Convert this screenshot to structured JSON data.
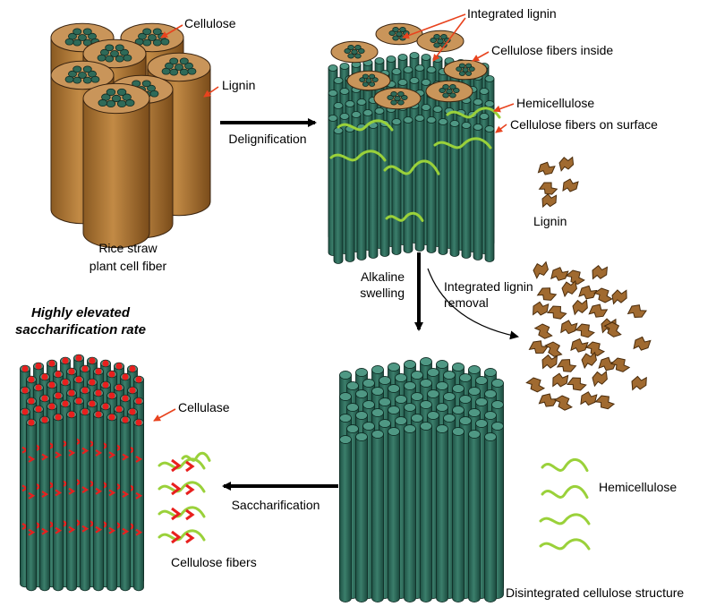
{
  "labels": {
    "cellulose": "Cellulose",
    "lignin_top": "Lignin",
    "rice_straw_1": "Rice straw",
    "rice_straw_2": "plant cell fiber",
    "delignification": "Delignification",
    "integrated_lignin": "Integrated lignin",
    "cellulose_fibers_inside": "Cellulose fibers inside",
    "hemicellulose_top": "Hemicellulose",
    "cellulose_fibers_surface": "Cellulose fibers on surface",
    "lignin_right": "Lignin",
    "alkaline_1": "Alkaline",
    "alkaline_2": "swelling",
    "integrated_lignin_removal_1": "Integrated lignin",
    "integrated_lignin_removal_2": "removal",
    "highly_elevated_1": "Highly elevated",
    "highly_elevated_2": "saccharification rate",
    "cellulase": "Cellulase",
    "saccharification": "Saccharification",
    "cellulose_fibers": "Cellulose fibers",
    "hemicellulose_bottom": "Hemicellulose",
    "disintegrated": "Disintegrated cellulose structure"
  },
  "colors": {
    "lignin_brown": "#b07a3a",
    "lignin_dark": "#7a4f1e",
    "cellulose_teal": "#2e6b5a",
    "cellulose_top": "#4f9884",
    "hemicellulose_green": "#9ad13a",
    "cellulase_red": "#e8201e",
    "callout_red": "#e8431e",
    "arrow_black": "#000000"
  }
}
